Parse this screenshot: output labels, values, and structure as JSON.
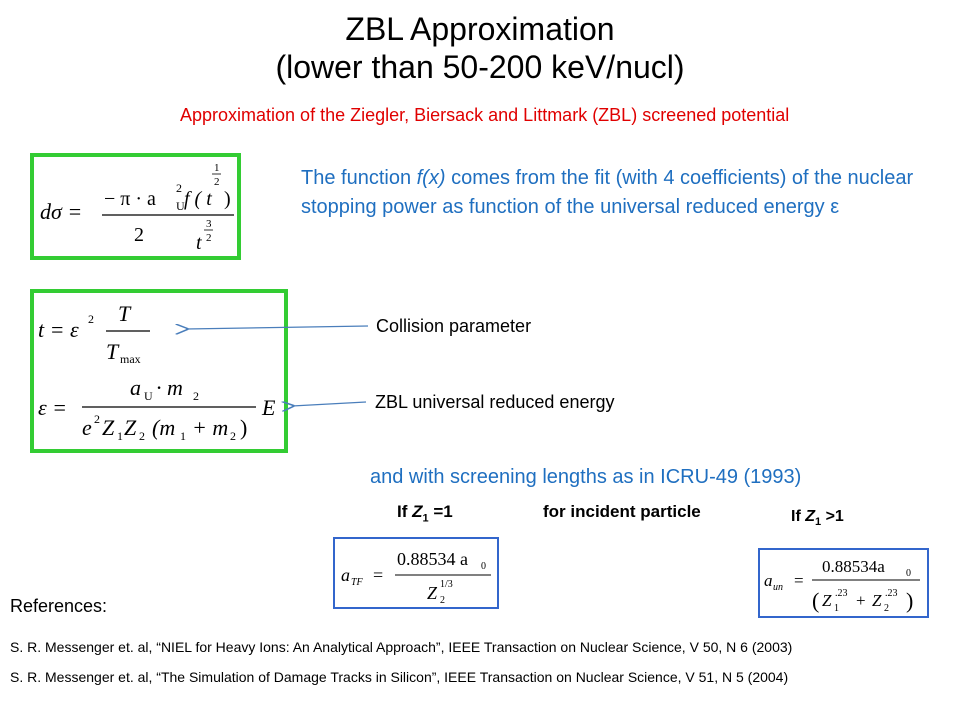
{
  "title_line1": "ZBL Approximation",
  "title_line2": "(lower than 50-200 keV/nucl)",
  "subtitle": "Approximation of the Ziegler, Biersack and Littmark (ZBL) screened potential",
  "function_text": {
    "pre": "The function ",
    "fx": "f(x)",
    "post": " comes from the fit (with 4 coefficients) of the nuclear stopping power as function of the universal reduced energy ",
    "epsilon": "ε"
  },
  "labels": {
    "collision": "Collision parameter",
    "reduced_energy": "ZBL universal reduced energy"
  },
  "screening": "and with screening lengths as in ICRU-49 (1993)",
  "z1_eq_1": {
    "pre": "If ",
    "var": "Z",
    "sub": "1",
    "post": " =1"
  },
  "incident": "for incident particle",
  "z1_gt_1": {
    "pre": "If ",
    "var": "Z",
    "sub": "1",
    "post": " >1"
  },
  "equations": {
    "dsigma": {
      "lhs": "dσ =",
      "minus_pi": "− π · a",
      "sub_U": "U",
      "sup_2": "2",
      "den": "2",
      "f": "f ( t",
      "half_num": "1",
      "half_den": "2",
      "close": ")",
      "t": "t",
      "three": "3",
      "two": "2"
    },
    "t_eq": {
      "lhs": "t = ε",
      "sup": "2",
      "num": "T",
      "den": "T",
      "den_sub": "max"
    },
    "eps_eq": {
      "lhs": "ε =",
      "num": "a",
      "num_sub": "U",
      "dot_m": "· m",
      "m_sub": "2",
      "den": "e",
      "den_sup": "2",
      "den_rest": "Z",
      "z1sub": "1",
      "z2": "Z",
      "z2sub": "2",
      "paren": "(m",
      "m1sub": "1",
      "plus": "+ m",
      "m2sub": "2",
      "paren_close": ")",
      "E": "E"
    },
    "atf": {
      "lhs": "a",
      "lhs_sub": "TF",
      "eq": "=",
      "num": "0.88534 a",
      "num_sub": "0",
      "den": "Z",
      "den_sup": "1/3",
      "den_sub": "2"
    },
    "aun": {
      "lhs": "a",
      "lhs_sub": "un",
      "eq": "=",
      "num": "0.88534a",
      "num_sub": "0",
      "z1": "Z",
      "z1_sup": ".23",
      "z1_sub": "1",
      "plus": "+",
      "z2": "Z",
      "z2_sup": ".23",
      "z2_sub": "2"
    }
  },
  "references_title": "References:",
  "references": [
    "S. R. Messenger et. al, “NIEL for Heavy Ions: An Analytical Approach”, IEEE Transaction on Nuclear Science, V 50, N 6 (2003)",
    "S. R. Messenger et. al, “The Simulation of Damage Tracks in Silicon”, IEEE Transaction on Nuclear Science, V 51, N 5 (2004)"
  ]
}
